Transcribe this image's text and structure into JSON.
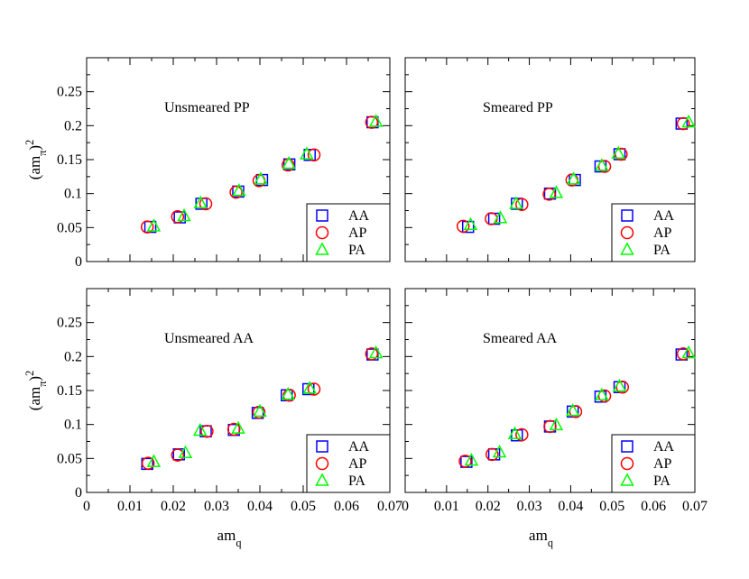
{
  "chart_data": [
    {
      "type": "scatter",
      "title": "Unsmeared PP",
      "ylabel": "(am_π)²",
      "xlabel": "",
      "xlim": [
        0,
        0.07
      ],
      "ylim": [
        0,
        0.3
      ],
      "xticks": [
        "0",
        "0.01",
        "0.02",
        "0.03",
        "0.04",
        "0.05",
        "0.06",
        "0.07"
      ],
      "yticks": [
        "0",
        "0.05",
        "0.1",
        "0.15",
        "0.2",
        "0.25"
      ],
      "show_xticklabels": false,
      "legend": "bottom-right",
      "series": [
        {
          "name": "AA",
          "marker": "square",
          "color": "#0000ff",
          "x": [
            0.0147,
            0.0215,
            0.0265,
            0.035,
            0.0405,
            0.0468,
            0.0515,
            0.066
          ],
          "y": [
            0.051,
            0.065,
            0.085,
            0.103,
            0.12,
            0.143,
            0.157,
            0.205
          ]
        },
        {
          "name": "AP",
          "marker": "circle",
          "color": "#ff0000",
          "x": [
            0.014,
            0.021,
            0.0275,
            0.0345,
            0.0398,
            0.0465,
            0.0525,
            0.0658
          ],
          "y": [
            0.051,
            0.066,
            0.085,
            0.102,
            0.119,
            0.142,
            0.157,
            0.205
          ]
        },
        {
          "name": "PA",
          "marker": "triangle",
          "color": "#00ff00",
          "x": [
            0.0155,
            0.0225,
            0.0263,
            0.0352,
            0.0402,
            0.0467,
            0.0508,
            0.0668
          ],
          "y": [
            0.052,
            0.067,
            0.086,
            0.104,
            0.121,
            0.144,
            0.158,
            0.206
          ]
        }
      ]
    },
    {
      "type": "scatter",
      "title": "Smeared PP",
      "ylabel": "",
      "xlabel": "",
      "xlim": [
        0,
        0.07
      ],
      "ylim": [
        0,
        0.3
      ],
      "xticks": [
        "0",
        "0.01",
        "0.02",
        "0.03",
        "0.04",
        "0.05",
        "0.06",
        "0.07"
      ],
      "yticks": [
        "0",
        "0.05",
        "0.1",
        "0.15",
        "0.2",
        "0.25"
      ],
      "show_xticklabels": false,
      "legend": "bottom-right",
      "series": [
        {
          "name": "AA",
          "marker": "square",
          "color": "#0000ff",
          "x": [
            0.0152,
            0.0215,
            0.027,
            0.035,
            0.041,
            0.0472,
            0.0518,
            0.0668
          ],
          "y": [
            0.051,
            0.063,
            0.085,
            0.1,
            0.12,
            0.14,
            0.158,
            0.203
          ]
        },
        {
          "name": "AP",
          "marker": "circle",
          "color": "#ff0000",
          "x": [
            0.014,
            0.0208,
            0.0282,
            0.0348,
            0.0403,
            0.0482,
            0.0522,
            0.0672
          ],
          "y": [
            0.052,
            0.063,
            0.084,
            0.099,
            0.12,
            0.14,
            0.158,
            0.203
          ]
        },
        {
          "name": "PA",
          "marker": "triangle",
          "color": "#00ff00",
          "x": [
            0.0158,
            0.023,
            0.0268,
            0.0365,
            0.0407,
            0.0475,
            0.0515,
            0.0685
          ],
          "y": [
            0.054,
            0.064,
            0.085,
            0.101,
            0.121,
            0.141,
            0.159,
            0.205
          ]
        }
      ]
    },
    {
      "type": "scatter",
      "title": "Unsmeared AA",
      "ylabel": "(am_π)²",
      "xlabel": "am_q",
      "xlim": [
        0,
        0.07
      ],
      "ylim": [
        0,
        0.3
      ],
      "xticks": [
        "0",
        "0.01",
        "0.02",
        "0.03",
        "0.04",
        "0.05",
        "0.06",
        "0.07"
      ],
      "yticks": [
        "0",
        "0.05",
        "0.1",
        "0.15",
        "0.2",
        "0.25"
      ],
      "show_xticklabels": true,
      "legend": "bottom-right",
      "series": [
        {
          "name": "AA",
          "marker": "square",
          "color": "#0000ff",
          "x": [
            0.014,
            0.0213,
            0.0275,
            0.034,
            0.0395,
            0.0462,
            0.0512,
            0.066
          ],
          "y": [
            0.042,
            0.056,
            0.09,
            0.092,
            0.117,
            0.143,
            0.152,
            0.203
          ]
        },
        {
          "name": "AP",
          "marker": "circle",
          "color": "#ff0000",
          "x": [
            0.0142,
            0.021,
            0.0278,
            0.034,
            0.0398,
            0.0468,
            0.0525,
            0.0658
          ],
          "y": [
            0.043,
            0.055,
            0.09,
            0.093,
            0.118,
            0.143,
            0.152,
            0.204
          ]
        },
        {
          "name": "PA",
          "marker": "triangle",
          "color": "#00ff00",
          "x": [
            0.0155,
            0.0228,
            0.0262,
            0.035,
            0.04,
            0.0465,
            0.0515,
            0.0668
          ],
          "y": [
            0.045,
            0.058,
            0.091,
            0.094,
            0.119,
            0.144,
            0.153,
            0.205
          ]
        }
      ]
    },
    {
      "type": "scatter",
      "title": "Smeared AA",
      "ylabel": "",
      "xlabel": "am_q",
      "xlim": [
        0,
        0.07
      ],
      "ylim": [
        0,
        0.3
      ],
      "xticks": [
        "0",
        "0.01",
        "0.02",
        "0.03",
        "0.04",
        "0.05",
        "0.06",
        "0.07"
      ],
      "yticks": [
        "0",
        "0.05",
        "0.1",
        "0.15",
        "0.2",
        "0.25"
      ],
      "show_xticklabels": true,
      "legend": "bottom-right",
      "series": [
        {
          "name": "AA",
          "marker": "square",
          "color": "#0000ff",
          "x": [
            0.0148,
            0.0215,
            0.027,
            0.035,
            0.0405,
            0.0472,
            0.0518,
            0.0668
          ],
          "y": [
            0.045,
            0.056,
            0.084,
            0.097,
            0.119,
            0.141,
            0.155,
            0.203
          ]
        },
        {
          "name": "AP",
          "marker": "circle",
          "color": "#ff0000",
          "x": [
            0.0145,
            0.021,
            0.0282,
            0.035,
            0.0412,
            0.0482,
            0.0525,
            0.0672
          ],
          "y": [
            0.046,
            0.056,
            0.085,
            0.097,
            0.119,
            0.142,
            0.155,
            0.204
          ]
        },
        {
          "name": "PA",
          "marker": "triangle",
          "color": "#00ff00",
          "x": [
            0.016,
            0.0228,
            0.0265,
            0.0365,
            0.0405,
            0.0475,
            0.0518,
            0.0685
          ],
          "y": [
            0.047,
            0.059,
            0.086,
            0.099,
            0.12,
            0.143,
            0.156,
            0.205
          ]
        }
      ]
    }
  ]
}
